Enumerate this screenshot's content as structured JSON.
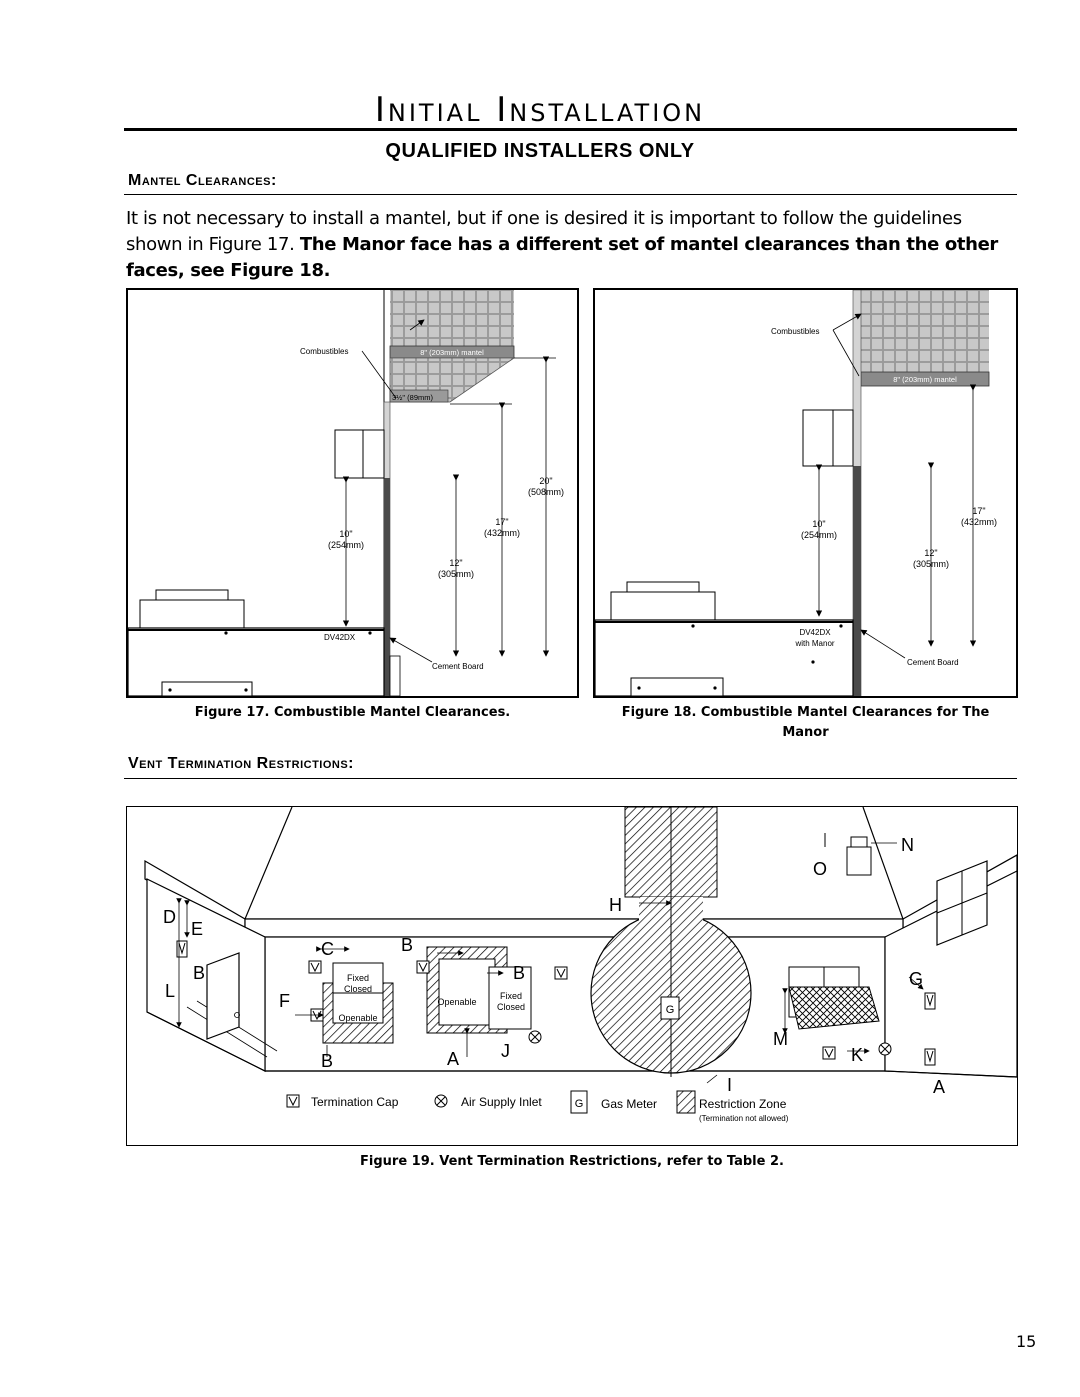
{
  "header": {
    "title": "Initial Installation",
    "subtitle": "QUALIFIED INSTALLERS ONLY"
  },
  "mantel_section": {
    "heading": "Mantel Clearances:",
    "paragraph_start": "It is not necessary to install a mantel, but if one is desired it is important to follow the guidelines shown in Figure 17. ",
    "paragraph_bold": "The Manor face has a different set of mantel clearances than the other faces, see Figure 18."
  },
  "figure17": {
    "caption": "Figure 17.  Combustible Mantel Clearances.",
    "labels": {
      "combustibles": "Combustibles",
      "mantel": "8\" (203mm) mantel",
      "offset": "3½\" (89mm)",
      "dim_20": "20\"",
      "dim_20_mm": "(508mm)",
      "dim_17": "17\"",
      "dim_17_mm": "(432mm)",
      "dim_10": "10\"",
      "dim_10_mm": "(254mm)",
      "dim_12": "12\"",
      "dim_12_mm": "(305mm)",
      "model": "DV42DX",
      "cement_board": "Cement Board"
    }
  },
  "figure18": {
    "caption_line1": "Figure 18.  Combustible Mantel Clearances for The",
    "caption_line2": "Manor",
    "labels": {
      "combustibles": "Combustibles",
      "mantel": "8\" (203mm) mantel",
      "dim_17": "17\"",
      "dim_17_mm": "(432mm)",
      "dim_10": "10\"",
      "dim_10_mm": "(254mm)",
      "dim_12": "12\"",
      "dim_12_mm": "(305mm)",
      "model": "DV42DX",
      "model_sub": "with Manor",
      "cement_board": "Cement Board"
    }
  },
  "vent_section": {
    "heading": "Vent Termination Restrictions:"
  },
  "figure19": {
    "caption": "Figure 19.  Vent Termination Restrictions, refer to Table 2.",
    "letters": {
      "a": "A",
      "b": "B",
      "c": "C",
      "d": "D",
      "e": "E",
      "f": "F",
      "g": "G",
      "h": "H",
      "i": "I",
      "j": "J",
      "k": "K",
      "l": "L",
      "m": "M",
      "n": "N",
      "o": "O"
    },
    "window_labels": {
      "fixed": "Fixed",
      "closed": "Closed",
      "openable": "Openable"
    },
    "gas_meter_symbol": "G",
    "legend": {
      "termination_cap": "Termination Cap",
      "air_supply_inlet": "Air Supply Inlet",
      "gas_meter": "Gas Meter",
      "restriction_zone": "Restriction Zone",
      "restriction_note": "(Termination not allowed)"
    }
  },
  "page_number": "15"
}
